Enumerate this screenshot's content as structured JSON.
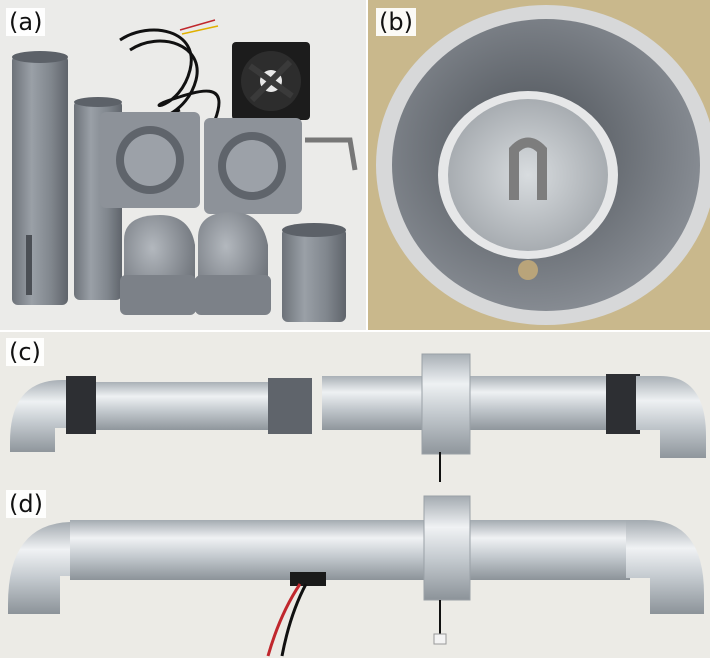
{
  "panels": {
    "a": {
      "label": "(a)"
    },
    "b": {
      "label": "(b)"
    },
    "c": {
      "label": "(c)"
    },
    "d": {
      "label": "(d)"
    }
  },
  "colors": {
    "pvc_grey": "#8a8f96",
    "pvc_dark": "#6d7279",
    "foil": "#c9cfd4",
    "foil_highlight": "#eef1f3",
    "fan_black": "#1c1c1c",
    "table_top_b": "#c9b88c",
    "wire_red": "#c0272d"
  },
  "icons": [
    "pvc-pipe-icon",
    "pvc-elbow-icon",
    "pvc-flange-icon",
    "fan-icon",
    "cable-icon",
    "allen-key-icon"
  ]
}
